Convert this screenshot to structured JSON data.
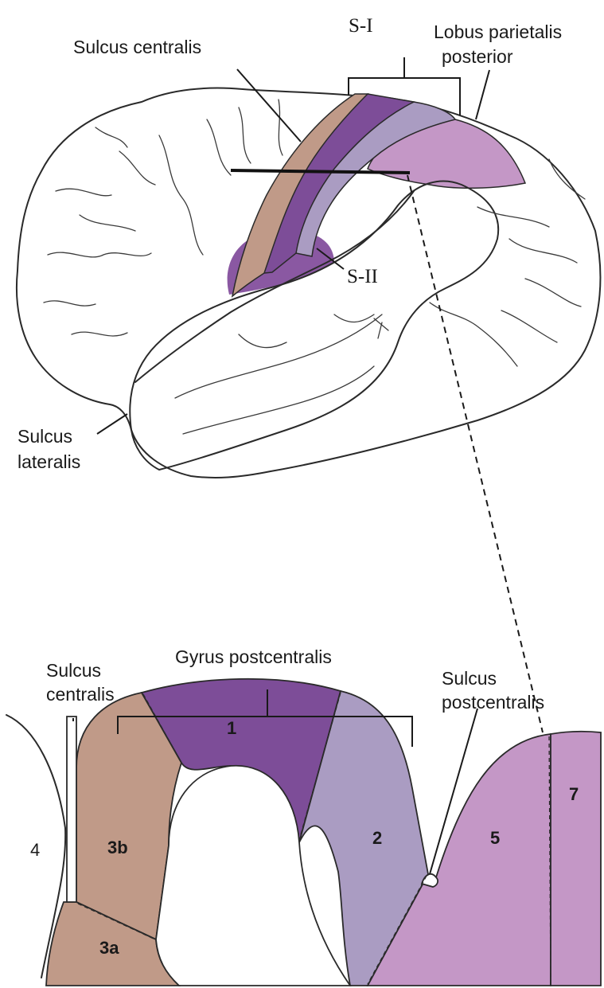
{
  "brain_view": {
    "labels": {
      "sulcus_centralis": "Sulcus centralis",
      "s1": "S-I",
      "lobus_line1": "Lobus parietalis",
      "lobus_line2": "posterior",
      "s2": "S-II",
      "lateralis_line1": "Sulcus",
      "lateralis_line2": "lateralis"
    }
  },
  "cross_section": {
    "labels": {
      "gyrus_postcentralis": "Gyrus postcentralis",
      "centralis_line1": "Sulcus",
      "centralis_line2": "centralis",
      "postcentralis_line1": "Sulcus",
      "postcentralis_line2": "postcentralis"
    },
    "areas": {
      "a4": "4",
      "a3b": "3b",
      "a3a": "3a",
      "a1": "1",
      "a2": "2",
      "a5": "5",
      "a7": "7"
    }
  },
  "colors": {
    "area_3": "#c09a88",
    "area_1": "#7d4d98",
    "area_2": "#aa9cc2",
    "posterior_parietal": "#c497c6",
    "s2": "#8a58a2"
  }
}
